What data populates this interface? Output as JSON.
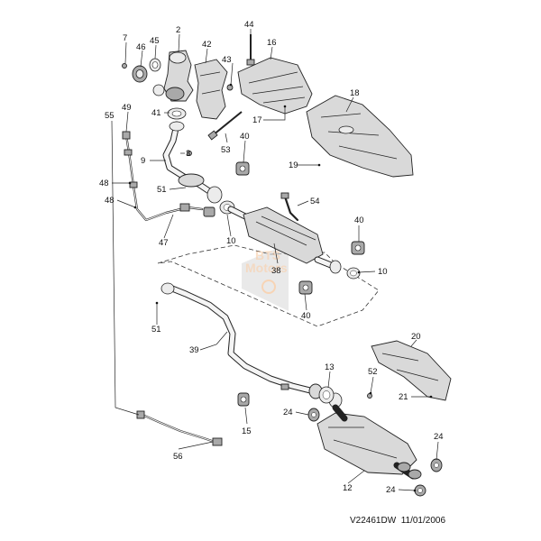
{
  "diagram": {
    "callouts": [
      "7",
      "46",
      "45",
      "2",
      "42",
      "44",
      "43",
      "16",
      "18",
      "41",
      "17",
      "55",
      "49",
      "40",
      "3",
      "53",
      "9",
      "19",
      "48",
      "51",
      "54",
      "48",
      "47",
      "10",
      "40",
      "38",
      "10",
      "40",
      "51",
      "39",
      "20",
      "13",
      "52",
      "21",
      "24",
      "15",
      "24",
      "56",
      "12",
      "24"
    ],
    "footer": {
      "code": "V22461DW",
      "date": "11/01/2006"
    },
    "watermark": [
      "BTS",
      "Motors"
    ]
  }
}
